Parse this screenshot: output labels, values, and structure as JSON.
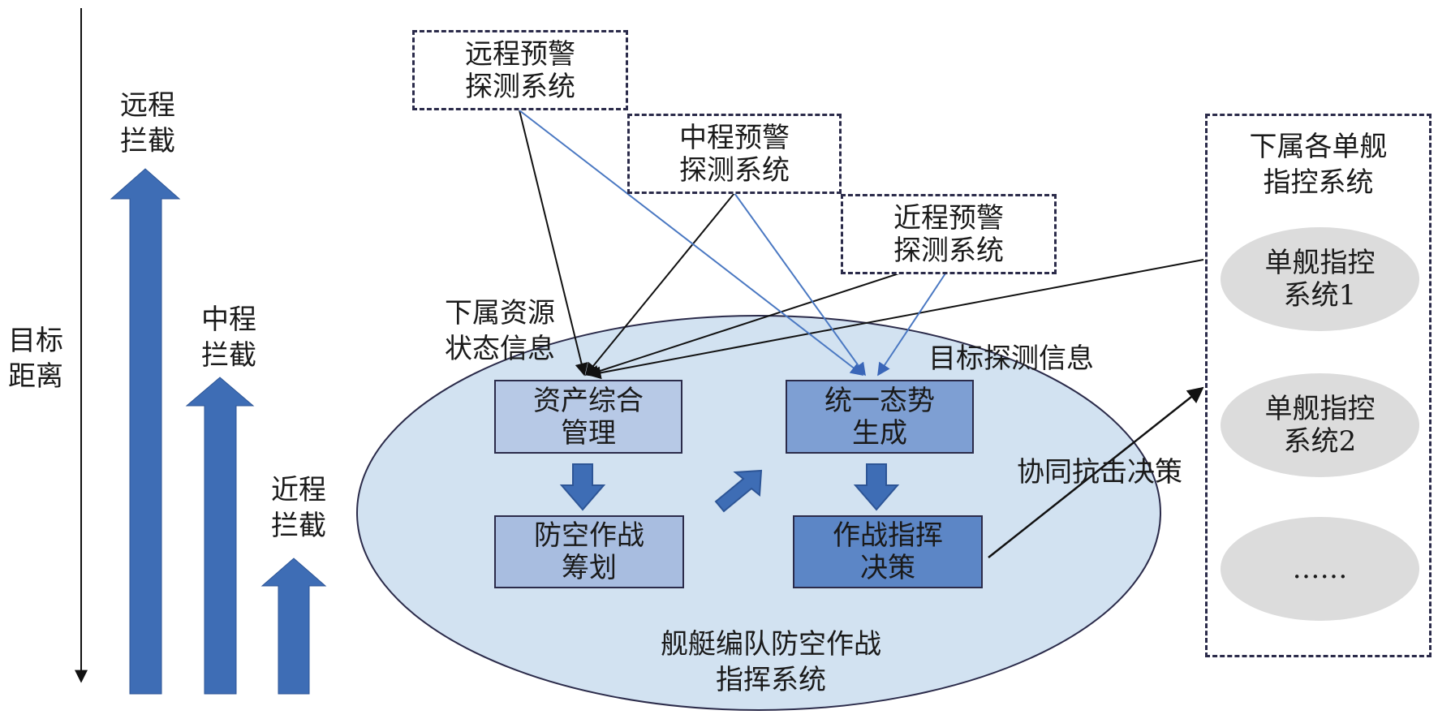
{
  "axis": {
    "label": "目标\n距离"
  },
  "intercepts": {
    "long": "远程\n拦截",
    "mid": "中程\n拦截",
    "short": "近程\n拦截"
  },
  "sensors": {
    "long": "远程预警\n探测系统",
    "mid": "中程预警\n探测系统",
    "short": "近程预警\n探测系统"
  },
  "subordinate": {
    "title": "下属各单舰\n指控系统",
    "items": [
      "单舰指控\n系统1",
      "单舰指控\n系统2",
      "……"
    ]
  },
  "main_system": {
    "name": "舰艇编队防空作战\n指挥系统",
    "modules": {
      "asset": "资产综合\n管理",
      "situation": "统一态势\n生成",
      "planning": "防空作战\n筹划",
      "command": "作战指挥\n决策"
    }
  },
  "flow_labels": {
    "resource": "下属资源\n状态信息",
    "detection": "目标探测信息",
    "decision": "协同抗击决策"
  },
  "colors": {
    "arrow_blue": "#3e6db5",
    "ellipse_fill": "#d2e2f1",
    "asset_fill": "#b7c9e6",
    "situation_fill": "#7e9fd3",
    "planning_fill": "#a8bde0",
    "command_fill": "#5c86c6",
    "blue_line": "#4a78c2"
  }
}
